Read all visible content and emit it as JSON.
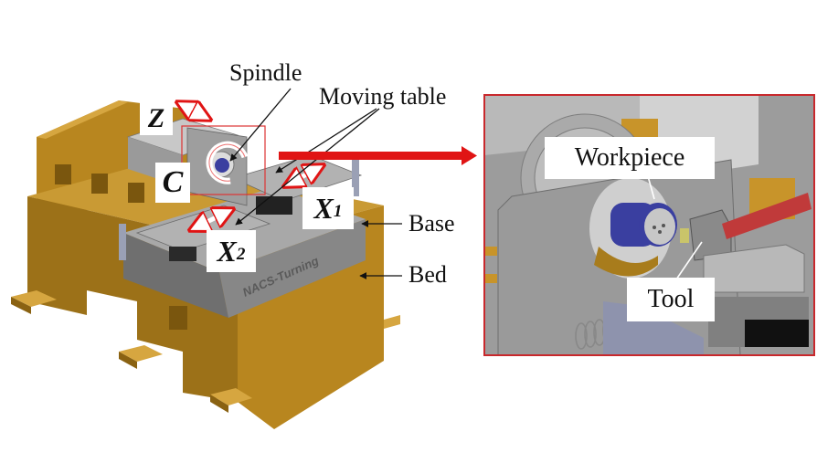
{
  "figure": {
    "title": "NACS-Turning machine structure",
    "engraving": "NACS-Turning",
    "labels": {
      "spindle": "Spindle",
      "moving_table": "Moving table",
      "base": "Base",
      "bed": "Bed",
      "workpiece": "Workpiece",
      "tool": "Tool"
    },
    "axes": {
      "z": "Z",
      "c": "C",
      "x1_main": "X",
      "x1_sub": "1",
      "x2_main": "X",
      "x2_sub": "2"
    },
    "colors": {
      "bed": "#b8861f",
      "bed_dark": "#8a6212",
      "bed_light": "#d6a640",
      "steel": "#8d8d8d",
      "steel_light": "#b4b4b4",
      "steel_dark": "#5f5f5f",
      "highlight": "#e01414",
      "workpiece": "#3a3fa0",
      "inset_border": "#c8282c"
    }
  }
}
